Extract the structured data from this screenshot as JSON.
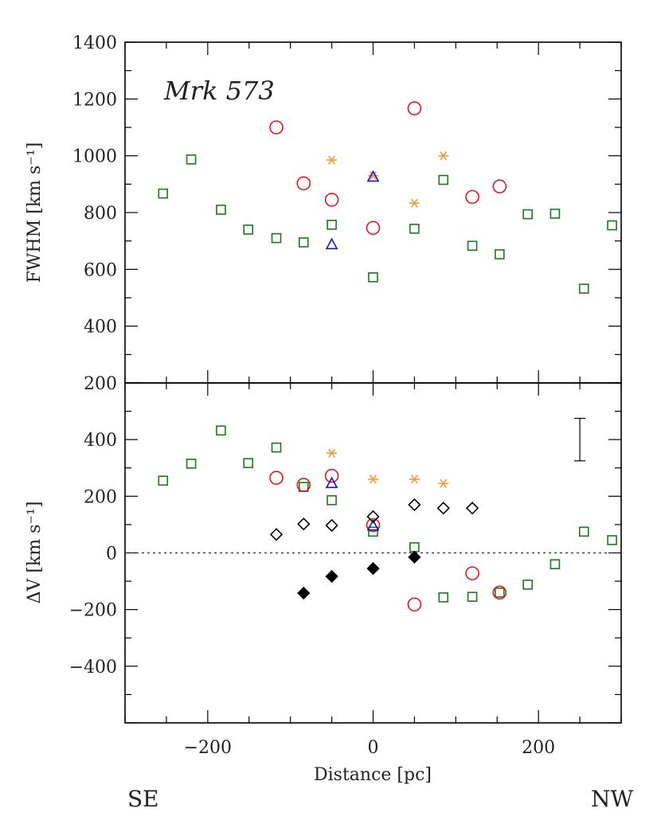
{
  "chart_data": [
    {
      "type": "scatter",
      "panel": "top",
      "annotation": "Mrk 573",
      "ylabel": "FWHM [km s⁻¹]",
      "xlim": [
        -300,
        300
      ],
      "ylim": [
        200,
        1400
      ],
      "yticks": [
        200,
        400,
        600,
        800,
        1000,
        1200,
        1400
      ],
      "ytick_labels": [
        "200",
        "400",
        "600",
        "800",
        "1000",
        "1200",
        "1400"
      ],
      "series": [
        {
          "marker": "square",
          "color": "#1a7a1a",
          "points": [
            [
              -254,
              867
            ],
            [
              -220,
              987
            ],
            [
              -184,
              810
            ],
            [
              -151,
              740
            ],
            [
              -117,
              710
            ],
            [
              -84,
              695
            ],
            [
              -50,
              757
            ],
            [
              0,
              572
            ],
            [
              50,
              743
            ],
            [
              85,
              915
            ],
            [
              120,
              683
            ],
            [
              153,
              653
            ],
            [
              187,
              794
            ],
            [
              220,
              796
            ],
            [
              255,
              532
            ],
            [
              289,
              755
            ]
          ]
        },
        {
          "marker": "circle",
          "color": "#e8141c",
          "points": [
            [
              -117,
              1100
            ],
            [
              -84,
              903
            ],
            [
              -50,
              845
            ],
            [
              0,
              746
            ],
            [
              50,
              1167
            ],
            [
              120,
              855
            ],
            [
              153,
              892
            ]
          ]
        },
        {
          "marker": "asterisk",
          "color": "#f39a3c",
          "points": [
            [
              -50,
              985
            ],
            [
              0,
              930
            ],
            [
              50,
              833
            ],
            [
              85,
              1000
            ]
          ]
        },
        {
          "marker": "triangle",
          "color": "#1414c8",
          "points": [
            [
              -50,
              687
            ],
            [
              0,
              925
            ]
          ]
        }
      ]
    },
    {
      "type": "scatter",
      "panel": "bottom",
      "xlabel": "Distance [pc]",
      "ylabel": "ΔV [km s⁻¹]",
      "xlim": [
        -300,
        300
      ],
      "ylim": [
        -600,
        600
      ],
      "xticks": [
        -200,
        0,
        200
      ],
      "xtick_labels": [
        "−200",
        "0",
        "200"
      ],
      "yticks": [
        -400,
        -200,
        0,
        200,
        400
      ],
      "ytick_labels": [
        "−400",
        "−200",
        "0",
        "200",
        "400"
      ],
      "zero_line": "dotted",
      "error_bar": {
        "x": 250,
        "low": 325,
        "high": 475
      },
      "series": [
        {
          "marker": "square",
          "color": "#1a7a1a",
          "points": [
            [
              -254,
              255
            ],
            [
              -220,
              315
            ],
            [
              -184,
              432
            ],
            [
              -151,
              317
            ],
            [
              -117,
              372
            ],
            [
              -84,
              233
            ],
            [
              -50,
              186
            ],
            [
              0,
              75
            ],
            [
              50,
              20
            ],
            [
              85,
              -157
            ],
            [
              120,
              -155
            ],
            [
              153,
              -140
            ],
            [
              187,
              -112
            ],
            [
              220,
              -40
            ],
            [
              255,
              75
            ],
            [
              289,
              45
            ]
          ]
        },
        {
          "marker": "circle",
          "color": "#e8141c",
          "points": [
            [
              -117,
              265
            ],
            [
              -84,
              240
            ],
            [
              -50,
              272
            ],
            [
              0,
              98
            ],
            [
              50,
              -182
            ],
            [
              120,
              -72
            ],
            [
              153,
              -140
            ]
          ]
        },
        {
          "marker": "asterisk",
          "color": "#f39a3c",
          "points": [
            [
              -50,
              352
            ],
            [
              0,
              260
            ],
            [
              50,
              260
            ],
            [
              85,
              245
            ]
          ]
        },
        {
          "marker": "triangle",
          "color": "#1414c8",
          "points": [
            [
              -50,
              245
            ],
            [
              0,
              95
            ]
          ]
        },
        {
          "marker": "diamond-open",
          "color": "#000000",
          "points": [
            [
              -117,
              65
            ],
            [
              -84,
              102
            ],
            [
              -50,
              97
            ],
            [
              0,
              128
            ],
            [
              50,
              170
            ],
            [
              85,
              158
            ],
            [
              120,
              158
            ]
          ]
        },
        {
          "marker": "diamond-filled",
          "color": "#000000",
          "points": [
            [
              -84,
              -142
            ],
            [
              -50,
              -83
            ],
            [
              0,
              -55
            ],
            [
              50,
              -15
            ]
          ]
        }
      ]
    }
  ],
  "direction_labels": {
    "left": "SE",
    "right": "NW"
  }
}
